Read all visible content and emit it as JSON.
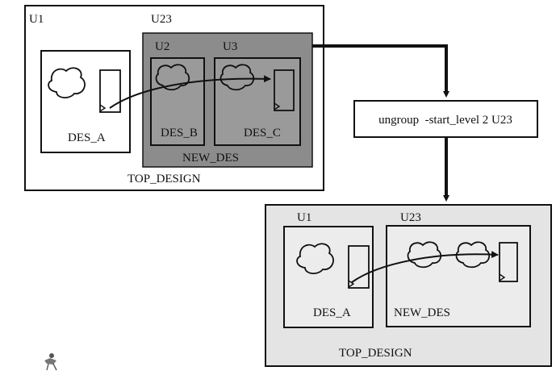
{
  "before": {
    "top_label": "TOP_DESIGN",
    "u1": {
      "instance": "U1",
      "design": "DES_A"
    },
    "u23": {
      "instance": "U23",
      "design": "NEW_DES"
    },
    "u2": {
      "instance": "U2",
      "design": "DES_B"
    },
    "u3": {
      "instance": "U3",
      "design": "DES_C"
    }
  },
  "command": "ungroup  -start_level 2 U23",
  "after": {
    "top_label": "TOP_DESIGN",
    "u1": {
      "instance": "U1",
      "design": "DES_A"
    },
    "u23": {
      "instance": "U23",
      "design": "NEW_DES"
    }
  }
}
